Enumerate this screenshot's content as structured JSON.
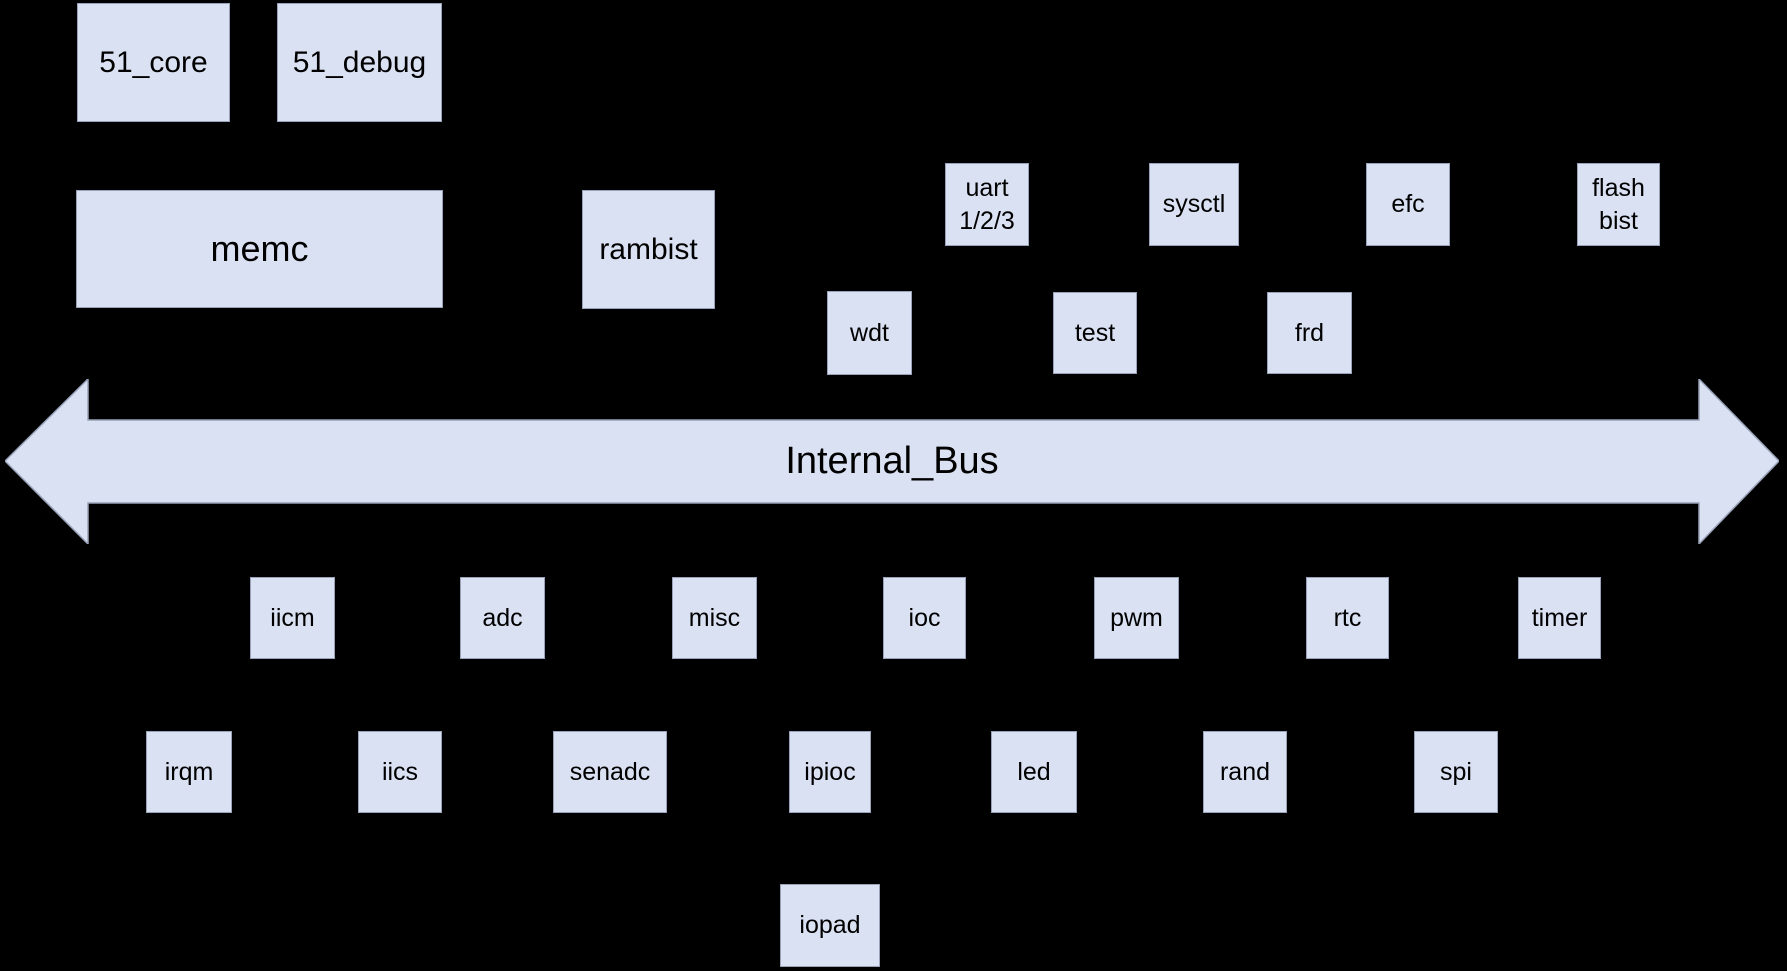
{
  "diagram": {
    "background_color": "#000000",
    "block_fill_color": "#dae1f3",
    "block_border_color": "#98a2b8",
    "text_color": "#000000",
    "bus": {
      "label": "Internal_Bus"
    },
    "blocks": [
      {
        "id": "51_core",
        "label": "51_core"
      },
      {
        "id": "51_debug",
        "label": "51_debug"
      },
      {
        "id": "memc",
        "label": "memc"
      },
      {
        "id": "rambist",
        "label": "rambist"
      },
      {
        "id": "uart123",
        "label": "uart\n1/2/3"
      },
      {
        "id": "sysctl",
        "label": "sysctl"
      },
      {
        "id": "efc",
        "label": "efc"
      },
      {
        "id": "flash_bist",
        "label": "flash\nbist"
      },
      {
        "id": "wdt",
        "label": "wdt"
      },
      {
        "id": "test",
        "label": "test"
      },
      {
        "id": "frd",
        "label": "frd"
      },
      {
        "id": "iicm",
        "label": "iicm"
      },
      {
        "id": "adc",
        "label": "adc"
      },
      {
        "id": "misc",
        "label": "misc"
      },
      {
        "id": "ioc",
        "label": "ioc"
      },
      {
        "id": "pwm",
        "label": "pwm"
      },
      {
        "id": "rtc",
        "label": "rtc"
      },
      {
        "id": "timer",
        "label": "timer"
      },
      {
        "id": "irqm",
        "label": "irqm"
      },
      {
        "id": "iics",
        "label": "iics"
      },
      {
        "id": "senadc",
        "label": "senadc"
      },
      {
        "id": "ipioc",
        "label": "ipioc"
      },
      {
        "id": "led",
        "label": "led"
      },
      {
        "id": "rand",
        "label": "rand"
      },
      {
        "id": "spi",
        "label": "spi"
      },
      {
        "id": "iopad",
        "label": "iopad"
      }
    ]
  }
}
